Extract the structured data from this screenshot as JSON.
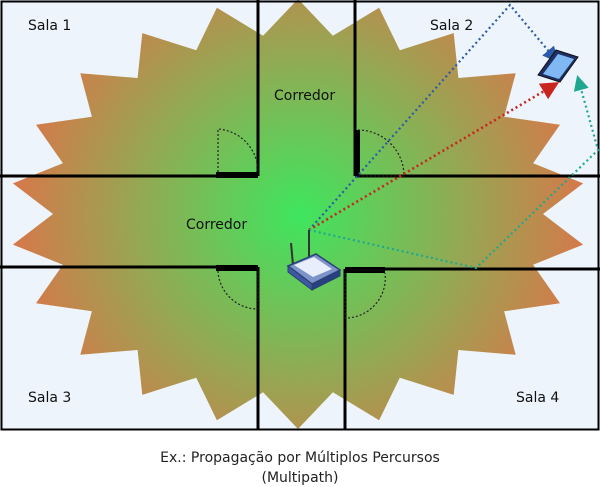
{
  "rooms": {
    "sala1": "Sala 1",
    "sala2": "Sala 2",
    "sala3": "Sala 3",
    "sala4": "Sala 4"
  },
  "corridor_labels": {
    "top": "Corredor",
    "center": "Corredor"
  },
  "caption": {
    "line1": "Ex.: Propagação por Múltiplos Percursos",
    "line2": "(Multipath)"
  },
  "colors": {
    "signal_center": "#3ee65e",
    "signal_edge": "#d8774a",
    "path_blue": "#2b5aa8",
    "path_red": "#c8251f",
    "path_teal": "#1fa890",
    "wall": "#000000",
    "floor": "#eef4fb"
  },
  "icons": {
    "router": "wifi-router-icon",
    "device": "smartphone-icon"
  }
}
